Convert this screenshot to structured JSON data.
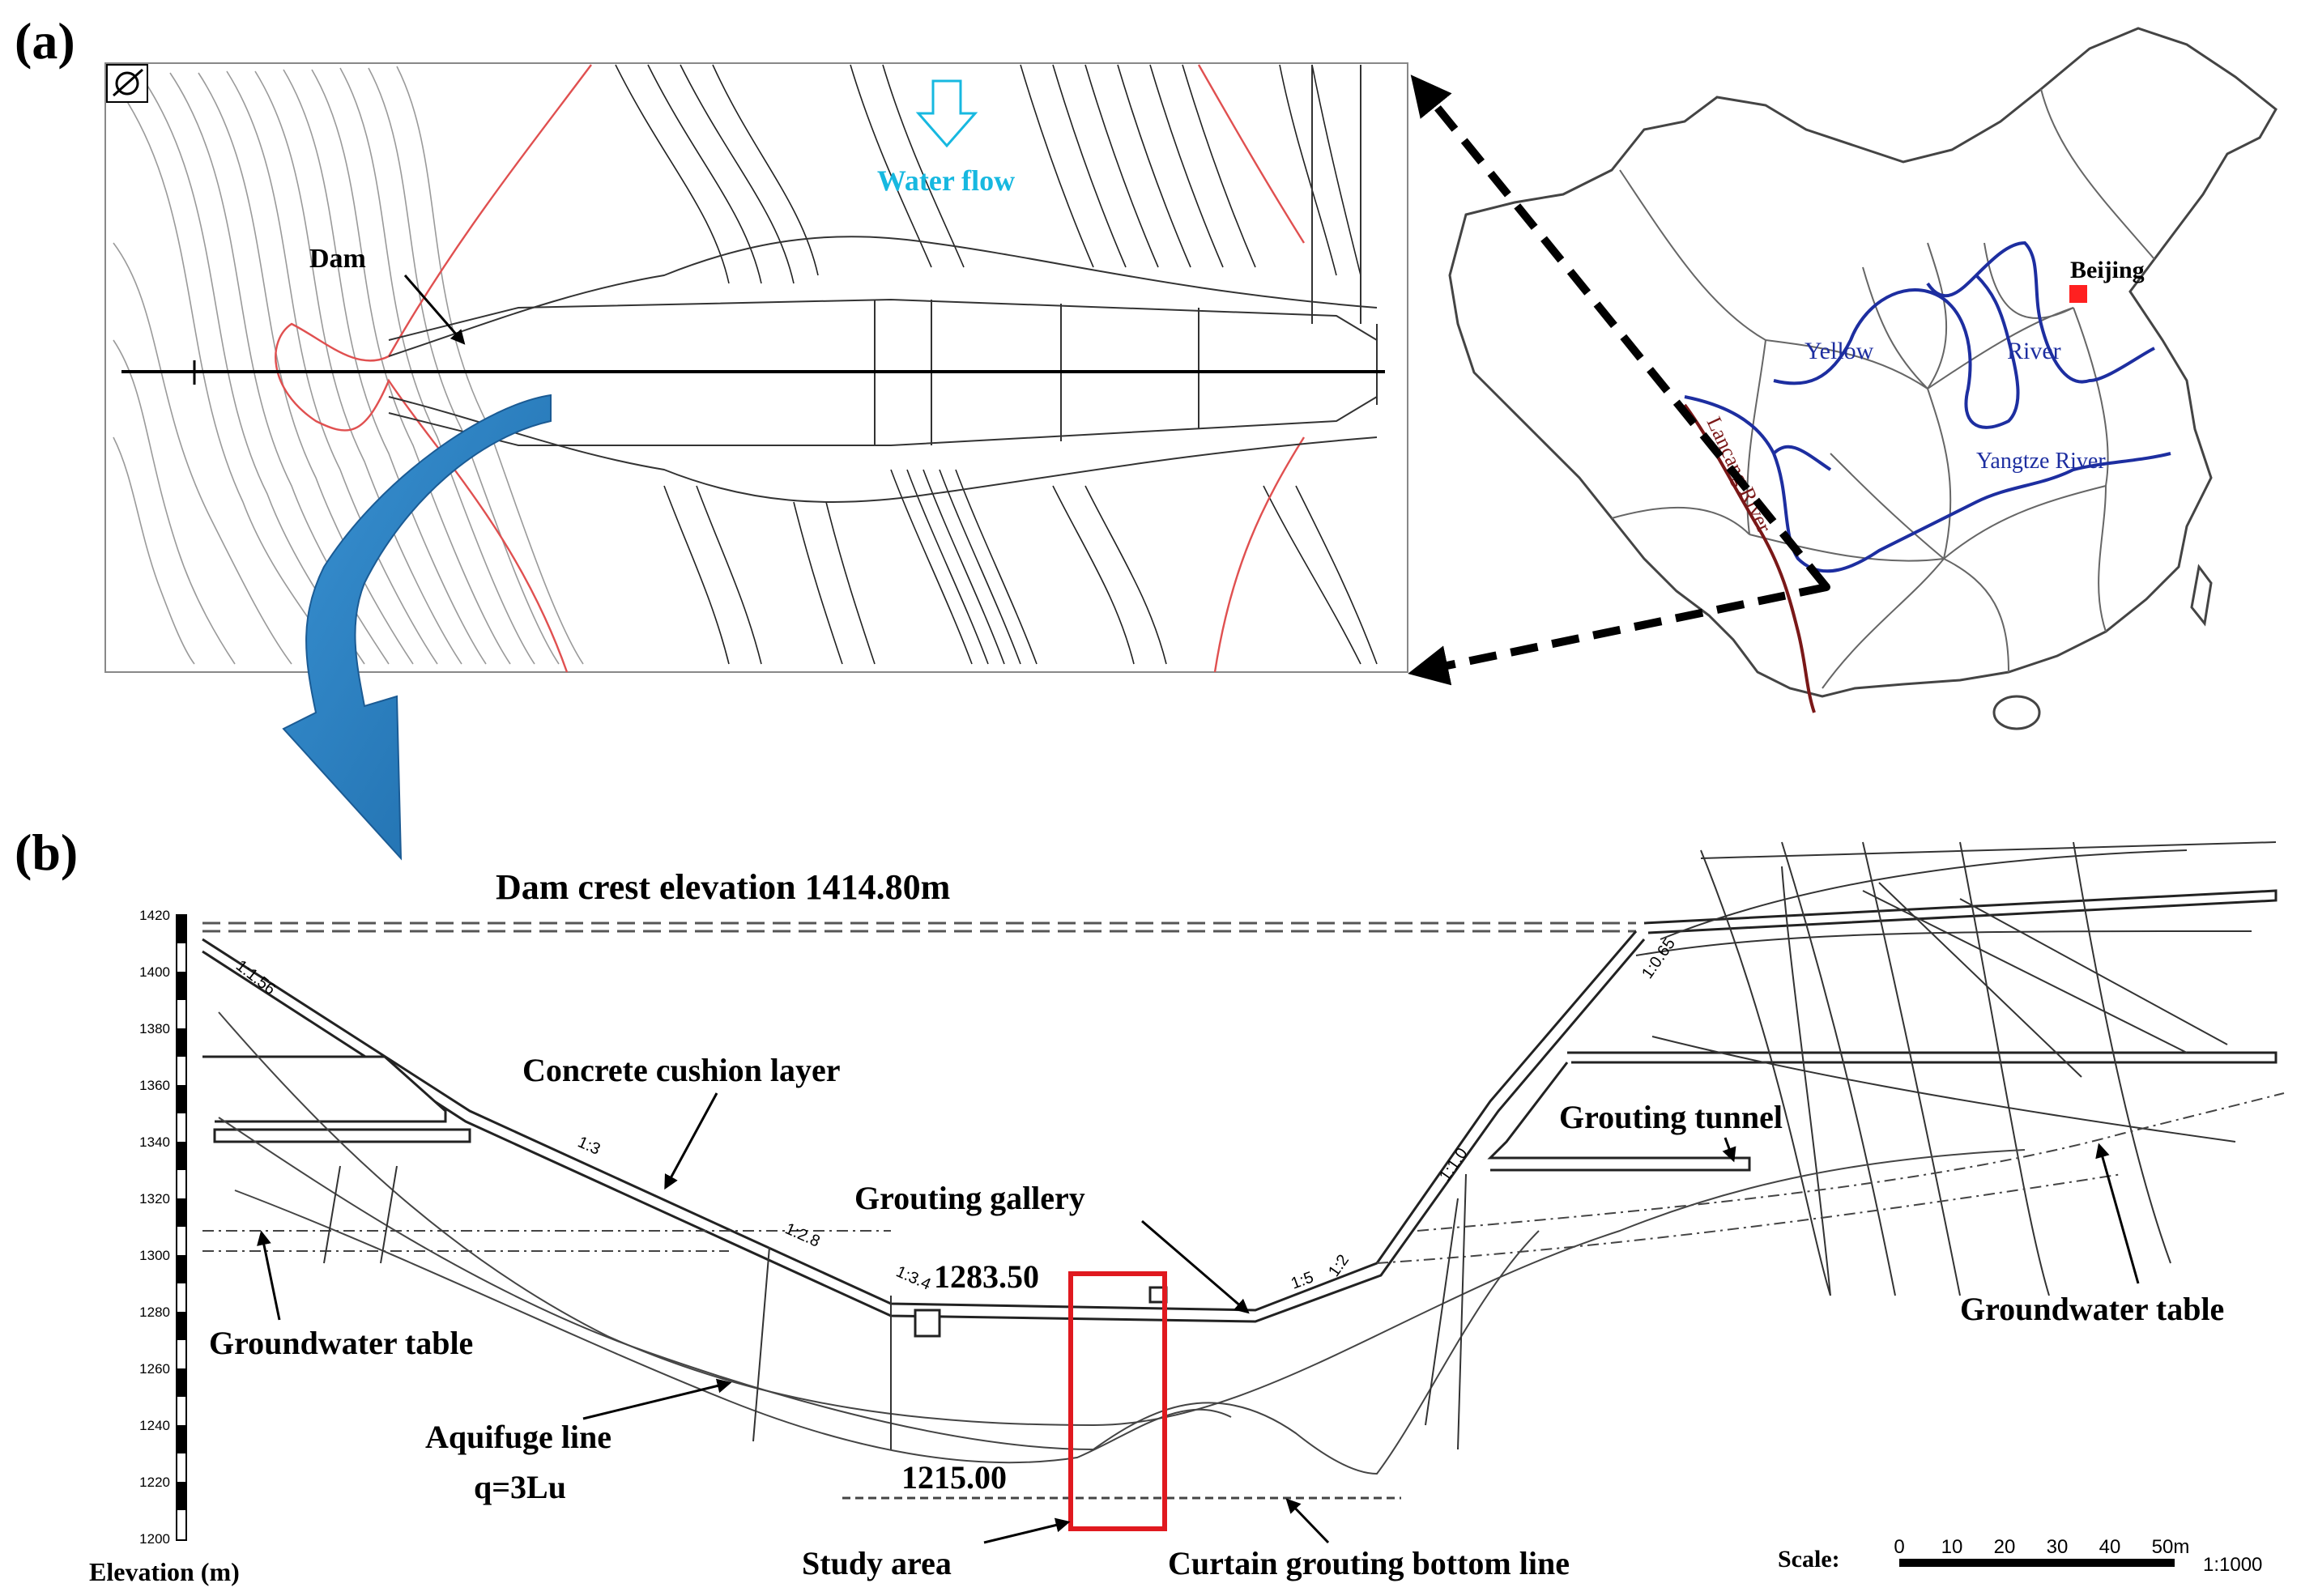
{
  "panel_a": {
    "label": "(a)",
    "plan": {
      "dam_label": "Dam",
      "water_flow_label": "Water flow"
    },
    "map": {
      "beijing_label": "Beijing",
      "yellow_label": "Yellow",
      "river_label": "River",
      "yangtze_label": "Yangtze River",
      "lancang_label": "Lancang River"
    }
  },
  "panel_b": {
    "label": "(b)",
    "crest_label": "Dam crest elevation  1414.80m",
    "concrete_label": "Concrete cushion layer",
    "grouting_tunnel_label": "Grouting tunnel",
    "grouting_gallery_label": "Grouting gallery",
    "gallery_elev_label": "1283.50",
    "bottom_elev_label": "1215.00",
    "gw_left_label": "Groundwater table",
    "gw_right_label": "Groundwater table",
    "aquifuge_label_1": "Aquifuge line",
    "aquifuge_label_2": "q=3Lu",
    "study_area_label": "Study area",
    "curtain_label": "Curtain grouting bottom line",
    "elevation_axis_label": "Elevation (m)",
    "elevation_ticks": [
      "1420",
      "1400",
      "1380",
      "1360",
      "1340",
      "1320",
      "1300",
      "1280",
      "1260",
      "1240",
      "1220",
      "1200"
    ],
    "slopes": [
      "1:1.56",
      "1:3",
      "1:2.8",
      "1:3.4",
      "1:5",
      "1:2",
      "1:1.0",
      "1:0.65"
    ],
    "scale": {
      "label": "Scale:",
      "ticks": [
        "0",
        "10",
        "20",
        "30",
        "40",
        "50m"
      ],
      "ratio": "1:1000"
    }
  },
  "colors": {
    "blue_arrow": "#2f80c0",
    "study_box": "#e0191f",
    "rivers": "#1d2ea0",
    "lancang": "#7a1818",
    "beijing_marker": "#ff2020",
    "water_flow_text": "#17b8e0",
    "outline_red": "#e05050"
  }
}
